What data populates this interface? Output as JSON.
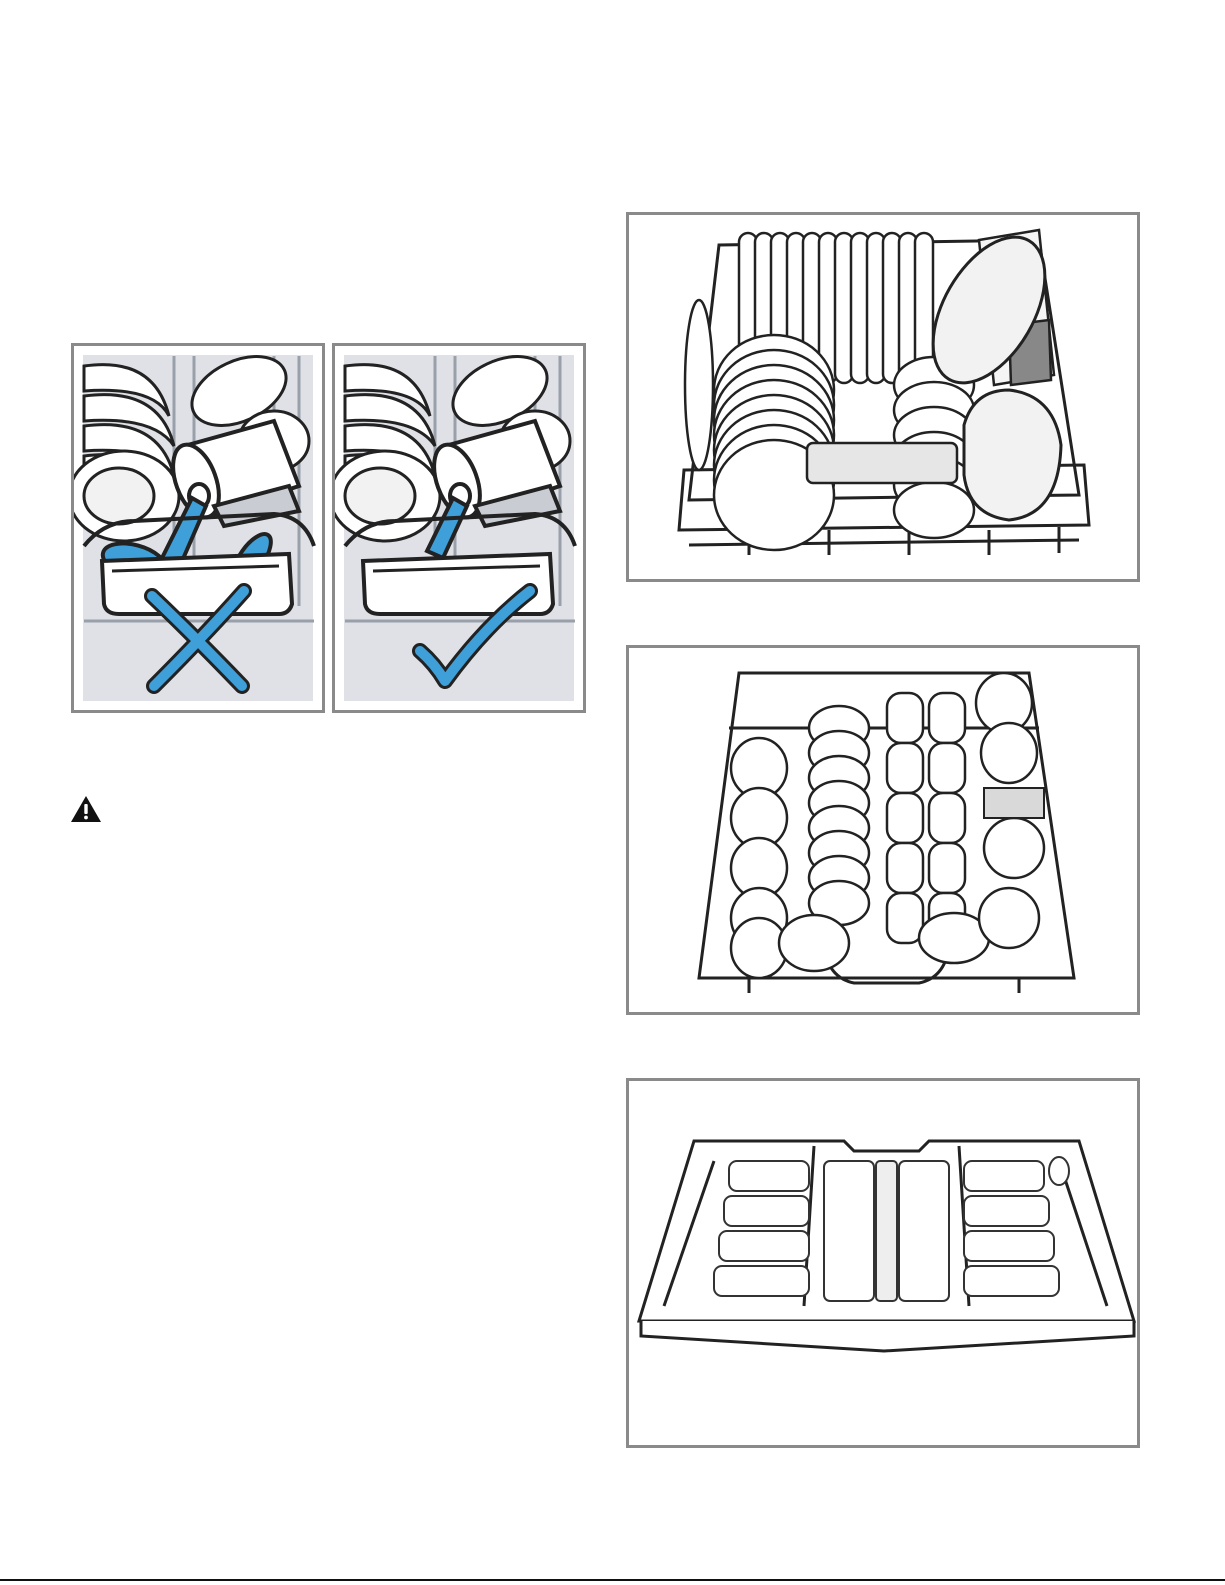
{
  "colors": {
    "frame_border": "#8a8a8a",
    "panel_background": "#dfe1e6",
    "accent_blue": "#3f9fd8",
    "line_art": "#222222"
  },
  "figures": {
    "pan_placement": [
      {
        "icon": "cross-mark-icon",
        "meaning": "incorrect"
      },
      {
        "icon": "check-mark-icon",
        "meaning": "correct"
      }
    ],
    "racks": [
      "lower-rack",
      "upper-rack",
      "cutlery-tray"
    ]
  },
  "warning": {
    "icon": "warning-icon"
  }
}
